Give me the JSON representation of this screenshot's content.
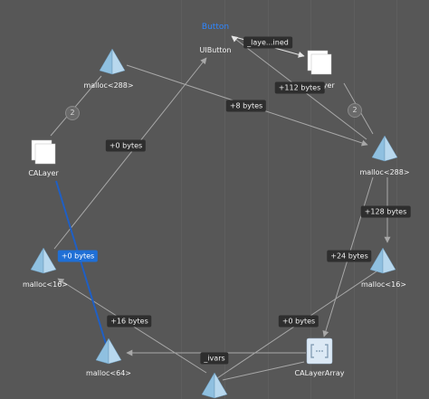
{
  "colors": {
    "background": "#575757",
    "edge": "#a8a8a8",
    "selected_edge": "#1f5fc4",
    "selected_label_bg": "#1f6fd6",
    "label_bg": "#2e2e2e",
    "title": "#2f86ff"
  },
  "nodes": {
    "button_title": "Button",
    "uibutton": "UIButton",
    "calayer_top": "CALayer",
    "malloc288_left": "malloc<288>",
    "malloc288_right": "malloc<288>",
    "calayer_left": "CALayer",
    "malloc16_left": "malloc<16>",
    "malloc16_right": "malloc<16>",
    "malloc64": "malloc<64>",
    "calayerarray": "CALayerArray"
  },
  "edges": {
    "laye_ined": "_laye...ined",
    "plus112": "+112 bytes",
    "plus8": "+8 bytes",
    "plus0_center": "+0 bytes",
    "plus128": "+128 bytes",
    "plus24": "+24 bytes",
    "plus0_selected": "+0 bytes",
    "plus16": "+16 bytes",
    "plus0_bottom": "+0 bytes",
    "ivars": "_ivars"
  },
  "badges": {
    "left_count": "2",
    "right_count": "2"
  },
  "icons": {
    "malloc": "pyramid-icon",
    "layer": "stacked-layer-icon",
    "array": "array-brackets-icon"
  }
}
